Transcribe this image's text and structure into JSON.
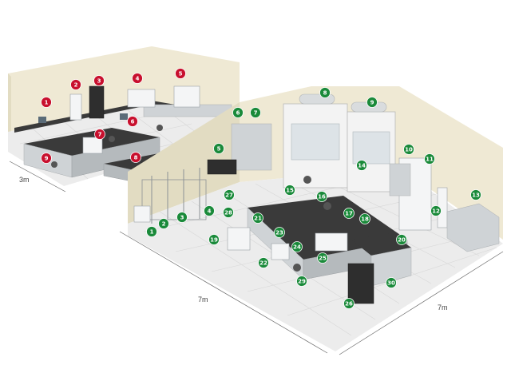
{
  "colors": {
    "wall": "#efe9d4",
    "wall_dark": "#e2dcc2",
    "floor": "#ececec",
    "floor_tile_line": "#d7d7d7",
    "bench_top": "#3a3a3a",
    "cabinet": "#cfd3d6",
    "red_marker": "#c8102e",
    "green_marker": "#1a8a3a",
    "dim_line": "#666666"
  },
  "dimensions": {
    "small_room_depth": "3m",
    "main_room_width": "7m",
    "main_room_depth": "7m"
  },
  "small_room_markers": [
    "1",
    "2",
    "3",
    "4",
    "5",
    "6",
    "7",
    "8",
    "9"
  ],
  "main_room_markers": [
    "1",
    "2",
    "3",
    "4",
    "5",
    "6",
    "7",
    "8",
    "9",
    "10",
    "11",
    "12",
    "13",
    "14",
    "15",
    "16",
    "17",
    "18",
    "19",
    "20",
    "21",
    "22",
    "23",
    "24",
    "25",
    "26",
    "27",
    "28",
    "29",
    "30"
  ]
}
